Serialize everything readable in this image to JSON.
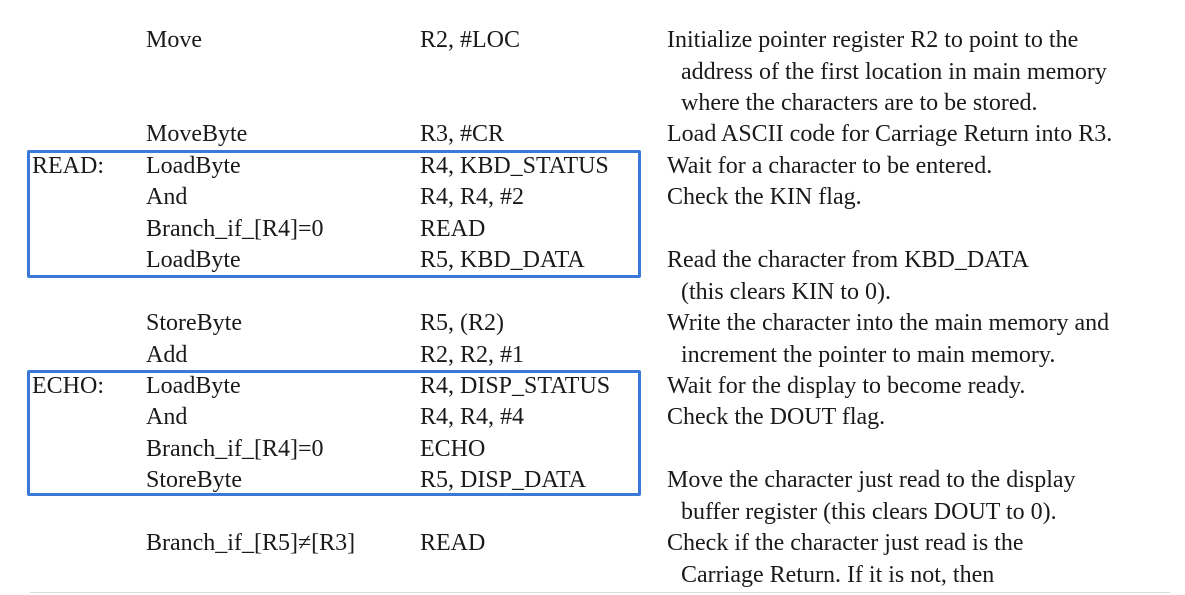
{
  "colors": {
    "highlight_border": "#3a79d8",
    "text": "#1a1a1a",
    "background": "#ffffff"
  },
  "rows": [
    {
      "label": "",
      "op": "Move",
      "arg": "R2, #LOC",
      "comment": "Initialize pointer register R2 to point to the",
      "comment_cont": [
        "address of the first location in main memory",
        "where the characters are to be stored."
      ]
    },
    {
      "label": "",
      "op": "MoveByte",
      "arg": "R3, #CR",
      "comment": "Load ASCII code for Carriage Return into R3.",
      "comment_cont": []
    },
    {
      "label": "READ:",
      "op": "LoadByte",
      "arg": "R4, KBD_STATUS",
      "comment": "Wait for a character to be entered.",
      "comment_cont": []
    },
    {
      "label": "",
      "op": "And",
      "arg": "R4, R4, #2",
      "comment": "Check the KIN flag.",
      "comment_cont": []
    },
    {
      "label": "",
      "op": "Branch_if_[R4]=0",
      "arg": "READ",
      "comment": "",
      "comment_cont": []
    },
    {
      "label": "",
      "op": "LoadByte",
      "arg": "R5, KBD_DATA",
      "comment": "Read the character from KBD_DATA",
      "comment_cont": [
        "(this clears KIN to 0)."
      ]
    },
    {
      "label": "",
      "op": "StoreByte",
      "arg": "R5, (R2)",
      "comment": "Write the character into the main memory and",
      "comment_cont": []
    },
    {
      "label": "",
      "op": "Add",
      "arg": "R2, R2, #1",
      "comment": "",
      "comment_cont": [
        "increment the pointer to main memory."
      ]
    },
    {
      "label": "ECHO:",
      "op": "LoadByte",
      "arg": "R4, DISP_STATUS",
      "comment": "Wait for the display to become ready.",
      "comment_cont": []
    },
    {
      "label": "",
      "op": "And",
      "arg": "R4, R4, #4",
      "comment": "Check the DOUT flag.",
      "comment_cont": []
    },
    {
      "label": "",
      "op": "Branch_if_[R4]=0",
      "arg": "ECHO",
      "comment": "",
      "comment_cont": []
    },
    {
      "label": "",
      "op": "StoreByte",
      "arg": "R5, DISP_DATA",
      "comment": "Move the character just read to the display",
      "comment_cont": [
        "buffer register (this clears DOUT to 0)."
      ]
    },
    {
      "label": "",
      "op": "Branch_if_[R5]≠[R3]",
      "arg": "READ",
      "comment": "Check if the character just read is the",
      "comment_cont": [
        "Carriage Return. If it is not, then"
      ]
    }
  ]
}
